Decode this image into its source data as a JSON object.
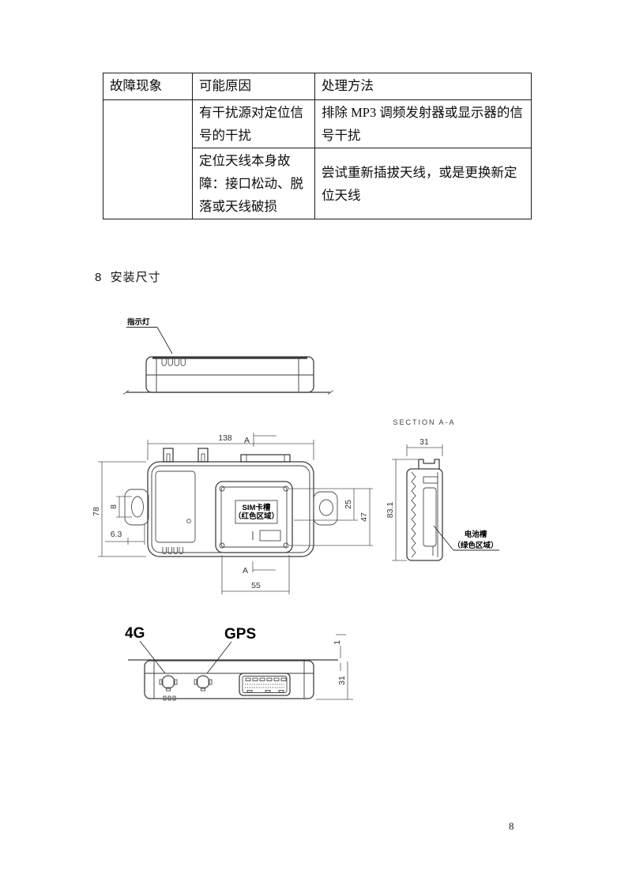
{
  "page": {
    "number": "8",
    "heading": "8  安装尺寸"
  },
  "fault_table": {
    "headers": [
      "故障现象",
      "可能原因",
      "处理方法"
    ],
    "rows": [
      {
        "phenomenon": "",
        "cause": "有干扰源对定位信号的干扰",
        "solution": "排除 MP3 调频发射器或显示器的信号干扰"
      },
      {
        "cause": "定位天线本身故障：接口松动、脱落或天线破损",
        "solution": "尝试重新插拔天线，或是更换新定位天线"
      }
    ]
  },
  "side_view": {
    "indicator_label": "指示灯"
  },
  "top_view": {
    "dim_length": "138",
    "dim_height": "78",
    "dim_hole": "8",
    "dim_offset": "6.3",
    "dim_inner": "25",
    "dim_outer": "47",
    "dim_sim_width": "55",
    "section_marker": "A",
    "sim_label_line1": "SIM卡槽",
    "sim_label_line2": "（红色区域）"
  },
  "section_view": {
    "title": "SECTION A-A",
    "dim_width": "31",
    "dim_height": "83.1",
    "battery_label_line1": "电池槽",
    "battery_label_line2": "（绿色区域）"
  },
  "bottom_view": {
    "label_4g": "4G",
    "label_gps": "GPS",
    "dim_lip": "1",
    "dim_height": "31"
  }
}
